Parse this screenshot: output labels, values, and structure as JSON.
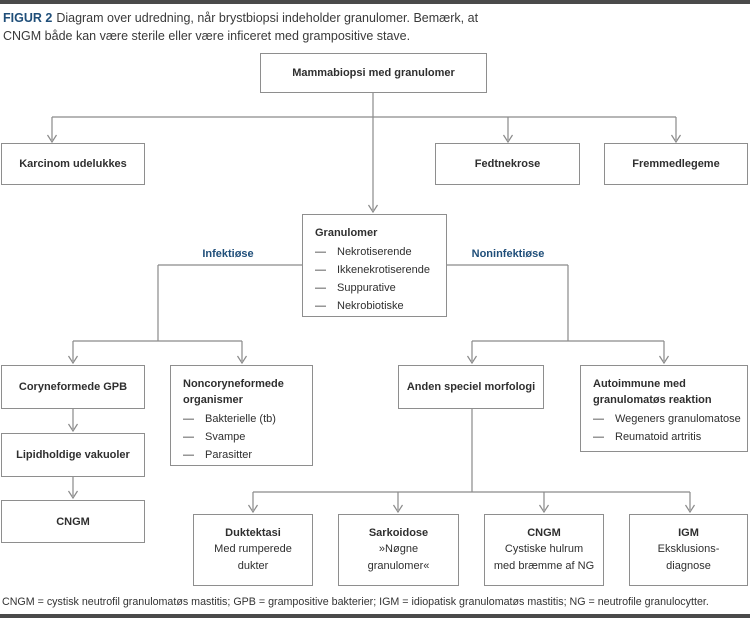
{
  "header": {
    "figure_label": "FIGUR 2",
    "caption_line1": "Diagram over udredning, når brystbiopsi indeholder granulomer. Bemærk, at",
    "caption_line2": "CNGM både kan være sterile eller være inficeret med grampositive stave."
  },
  "branches": {
    "left": "Infektiøse",
    "right": "Noninfektiøse"
  },
  "nodes": {
    "mammabiopsi": {
      "title": "Mammabiopsi med granulomer"
    },
    "karcinom": {
      "title": "Karcinom udelukkes"
    },
    "fedtnekrose": {
      "title": "Fedtnekrose"
    },
    "fremmedlegeme": {
      "title": "Fremmedlegeme"
    },
    "granulomer": {
      "title": "Granulomer",
      "items": [
        "Nekrotiserende",
        "Ikkenekrotiserende",
        "Suppurative",
        "Nekrobiotiske"
      ]
    },
    "coryneformede": {
      "title": "Coryneformede GPB"
    },
    "noncoryneformede": {
      "title": "Noncoryneformede organismer",
      "items": [
        "Bakterielle (tb)",
        "Svampe",
        "Parasitter"
      ]
    },
    "anden_speciel": {
      "title": "Anden speciel morfologi"
    },
    "autoimmune": {
      "title": "Autoimmune med granulomatøs reaktion",
      "items": [
        "Wegeners granulomatose",
        "Reumatoid artritis"
      ]
    },
    "lipidholdige": {
      "title": "Lipidholdige vakuoler"
    },
    "cngm_left": {
      "title": "CNGM"
    },
    "duktektasi": {
      "title": "Duktektasi",
      "lines": [
        "Med rumperede",
        "dukter"
      ]
    },
    "sarkoidose": {
      "title": "Sarkoidose",
      "lines": [
        "»Nøgne",
        "granulomer«"
      ]
    },
    "cngm_bottom": {
      "title": "CNGM",
      "lines": [
        "Cystiske hulrum",
        "med bræmme af NG"
      ]
    },
    "igm": {
      "title": "IGM",
      "lines": [
        "Eksklusions-",
        "diagnose"
      ]
    }
  },
  "footer": {
    "abbreviations": "CNGM = cystisk neutrofil granulomatøs mastitis; GPB = grampositive bakterier; IGM = idiopatisk granulomatøs mastitis; NG = neutrofile granulocytter."
  },
  "colors": {
    "accent_blue": "#1F4E79",
    "line_gray": "#8A8A8A",
    "bar_dark": "#4A4A4A"
  }
}
